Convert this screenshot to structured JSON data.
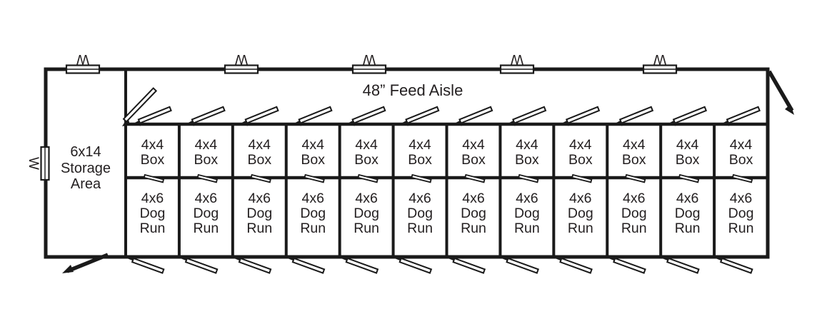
{
  "diagram": {
    "type": "floor-plan",
    "storage_area": {
      "label_lines": [
        "6x14",
        "Storage",
        "Area"
      ]
    },
    "feed_aisle": {
      "label": "48” Feed Aisle"
    },
    "window_label": "W",
    "window_count_top_wall": 5,
    "window_count_left_wall": 1,
    "unit_count": 12,
    "units": [
      {
        "box_lines": [
          "4x4",
          "Box"
        ],
        "run_lines": [
          "4x6",
          "Dog",
          "Run"
        ]
      },
      {
        "box_lines": [
          "4x4",
          "Box"
        ],
        "run_lines": [
          "4x6",
          "Dog",
          "Run"
        ]
      },
      {
        "box_lines": [
          "4x4",
          "Box"
        ],
        "run_lines": [
          "4x6",
          "Dog",
          "Run"
        ]
      },
      {
        "box_lines": [
          "4x4",
          "Box"
        ],
        "run_lines": [
          "4x6",
          "Dog",
          "Run"
        ]
      },
      {
        "box_lines": [
          "4x4",
          "Box"
        ],
        "run_lines": [
          "4x6",
          "Dog",
          "Run"
        ]
      },
      {
        "box_lines": [
          "4x4",
          "Box"
        ],
        "run_lines": [
          "4x6",
          "Dog",
          "Run"
        ]
      },
      {
        "box_lines": [
          "4x4",
          "Box"
        ],
        "run_lines": [
          "4x6",
          "Dog",
          "Run"
        ]
      },
      {
        "box_lines": [
          "4x4",
          "Box"
        ],
        "run_lines": [
          "4x6",
          "Dog",
          "Run"
        ]
      },
      {
        "box_lines": [
          "4x4",
          "Box"
        ],
        "run_lines": [
          "4x6",
          "Dog",
          "Run"
        ]
      },
      {
        "box_lines": [
          "4x4",
          "Box"
        ],
        "run_lines": [
          "4x6",
          "Dog",
          "Run"
        ]
      },
      {
        "box_lines": [
          "4x4",
          "Box"
        ],
        "run_lines": [
          "4x6",
          "Dog",
          "Run"
        ]
      },
      {
        "box_lines": [
          "4x4",
          "Box"
        ],
        "run_lines": [
          "4x6",
          "Dog",
          "Run"
        ]
      }
    ],
    "icons": {
      "window_icon": "rect-with-midline-on-wall",
      "door_swing_icon": "thin-outlined-angled-leaf",
      "exterior_door_icon": "thick-solid-angled-leaf"
    },
    "colors": {
      "wall": "#1a1a1a",
      "text": "#231f20",
      "background": "#ffffff"
    }
  }
}
